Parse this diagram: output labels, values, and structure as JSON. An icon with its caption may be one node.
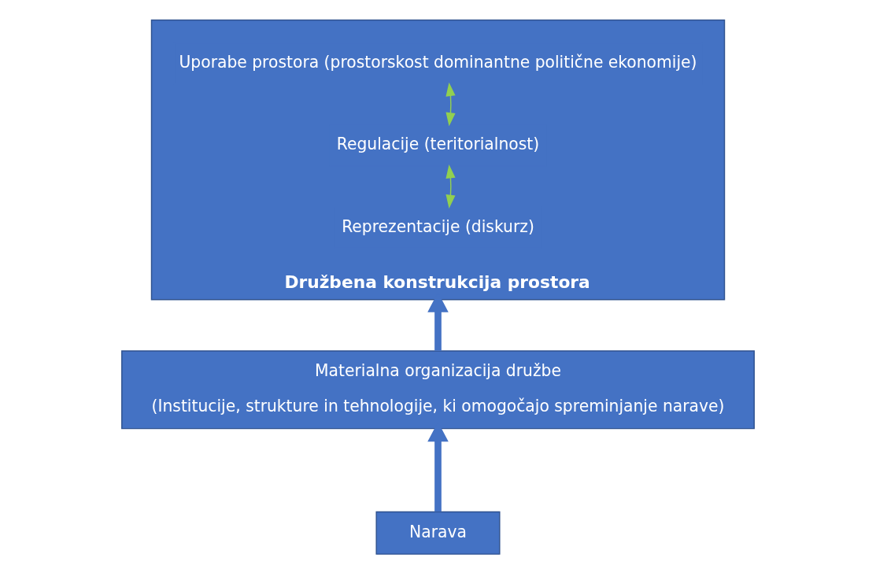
{
  "diagram": {
    "nodes": [
      {
        "text": [
          "Družbena konstrukcija prostora"
        ]
      },
      {
        "text": [
          "Uporabe prostora (prostorskost dominantne politične ekonomije)"
        ],
        "in": 0
      },
      {
        "text": [
          "Regulacije (teritorialnost)"
        ],
        "in": 0
      },
      {
        "text": [
          "Reprezentacije (diskurz)"
        ],
        "in": 0
      },
      {
        "text": [
          "Materialna organizacija družbe",
          "(Institucije, strukture in tehnologije, ki omogočajo spreminjanje narave)"
        ]
      },
      {
        "text": [
          "Narava"
        ]
      }
    ],
    "edges": [
      {
        "from": 1,
        "to": 2,
        "arrow": "both",
        "color": "#92d050"
      },
      {
        "from": 2,
        "to": 3,
        "arrow": "both",
        "color": "#92d050"
      },
      {
        "from": 4,
        "to": 0,
        "arrow": "to",
        "style": "thick",
        "color": "#4472c4"
      },
      {
        "from": 5,
        "to": 4,
        "arrow": "to",
        "style": "thick",
        "color": "#4472c4"
      }
    ]
  }
}
